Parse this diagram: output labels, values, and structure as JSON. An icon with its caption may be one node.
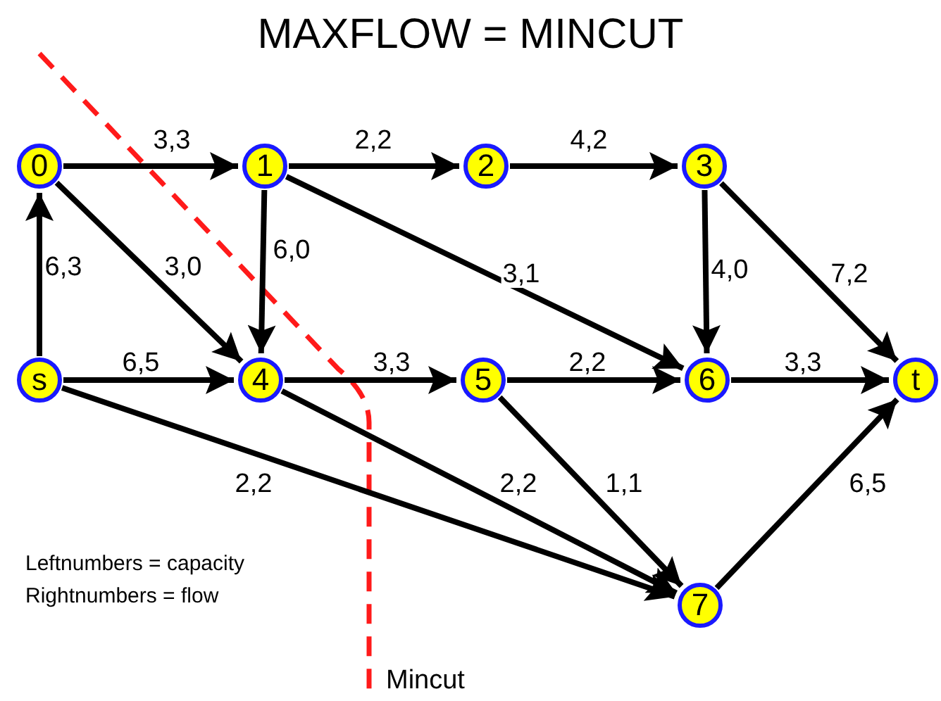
{
  "diagram": {
    "title": "MAXFLOW = MINCUT",
    "nodes": [
      {
        "text": [
          "0"
        ]
      },
      {
        "text": [
          "1"
        ]
      },
      {
        "text": [
          "2"
        ]
      },
      {
        "text": [
          "3"
        ]
      },
      {
        "text": [
          "s"
        ]
      },
      {
        "text": [
          "4"
        ]
      },
      {
        "text": [
          "5"
        ]
      },
      {
        "text": [
          "6"
        ]
      },
      {
        "text": [
          "t"
        ]
      },
      {
        "text": [
          "7"
        ]
      }
    ],
    "edges": [
      {
        "from": 0,
        "to": 1,
        "arrow": "to",
        "label": "3,3"
      },
      {
        "from": 1,
        "to": 2,
        "arrow": "to",
        "label": "2,2"
      },
      {
        "from": 2,
        "to": 3,
        "arrow": "to",
        "label": "4,2"
      },
      {
        "from": 4,
        "to": 0,
        "arrow": "to",
        "label": "6,3"
      },
      {
        "from": 0,
        "to": 5,
        "arrow": "to",
        "label": "3,0"
      },
      {
        "from": 1,
        "to": 5,
        "arrow": "to",
        "label": "6,0"
      },
      {
        "from": 1,
        "to": 7,
        "arrow": "to",
        "label": "3,1"
      },
      {
        "from": 3,
        "to": 7,
        "arrow": "to",
        "label": "4,0"
      },
      {
        "from": 3,
        "to": 8,
        "arrow": "to",
        "label": "7,2"
      },
      {
        "from": 4,
        "to": 5,
        "arrow": "to",
        "label": "6,5"
      },
      {
        "from": 5,
        "to": 6,
        "arrow": "to",
        "label": "3,3"
      },
      {
        "from": 6,
        "to": 7,
        "arrow": "to",
        "label": "2,2"
      },
      {
        "from": 7,
        "to": 8,
        "arrow": "to",
        "label": "3,3"
      },
      {
        "from": 4,
        "to": 9,
        "arrow": "to",
        "label": "2,2"
      },
      {
        "from": 5,
        "to": 9,
        "arrow": "to",
        "label": "2,2"
      },
      {
        "from": 6,
        "to": 9,
        "arrow": "to",
        "label": "1,1"
      },
      {
        "from": 9,
        "to": 8,
        "arrow": "to",
        "label": "6,5"
      }
    ],
    "labels": [
      "Leftnumbers = capacity",
      "Rightnumbers = flow",
      "Mincut"
    ]
  }
}
